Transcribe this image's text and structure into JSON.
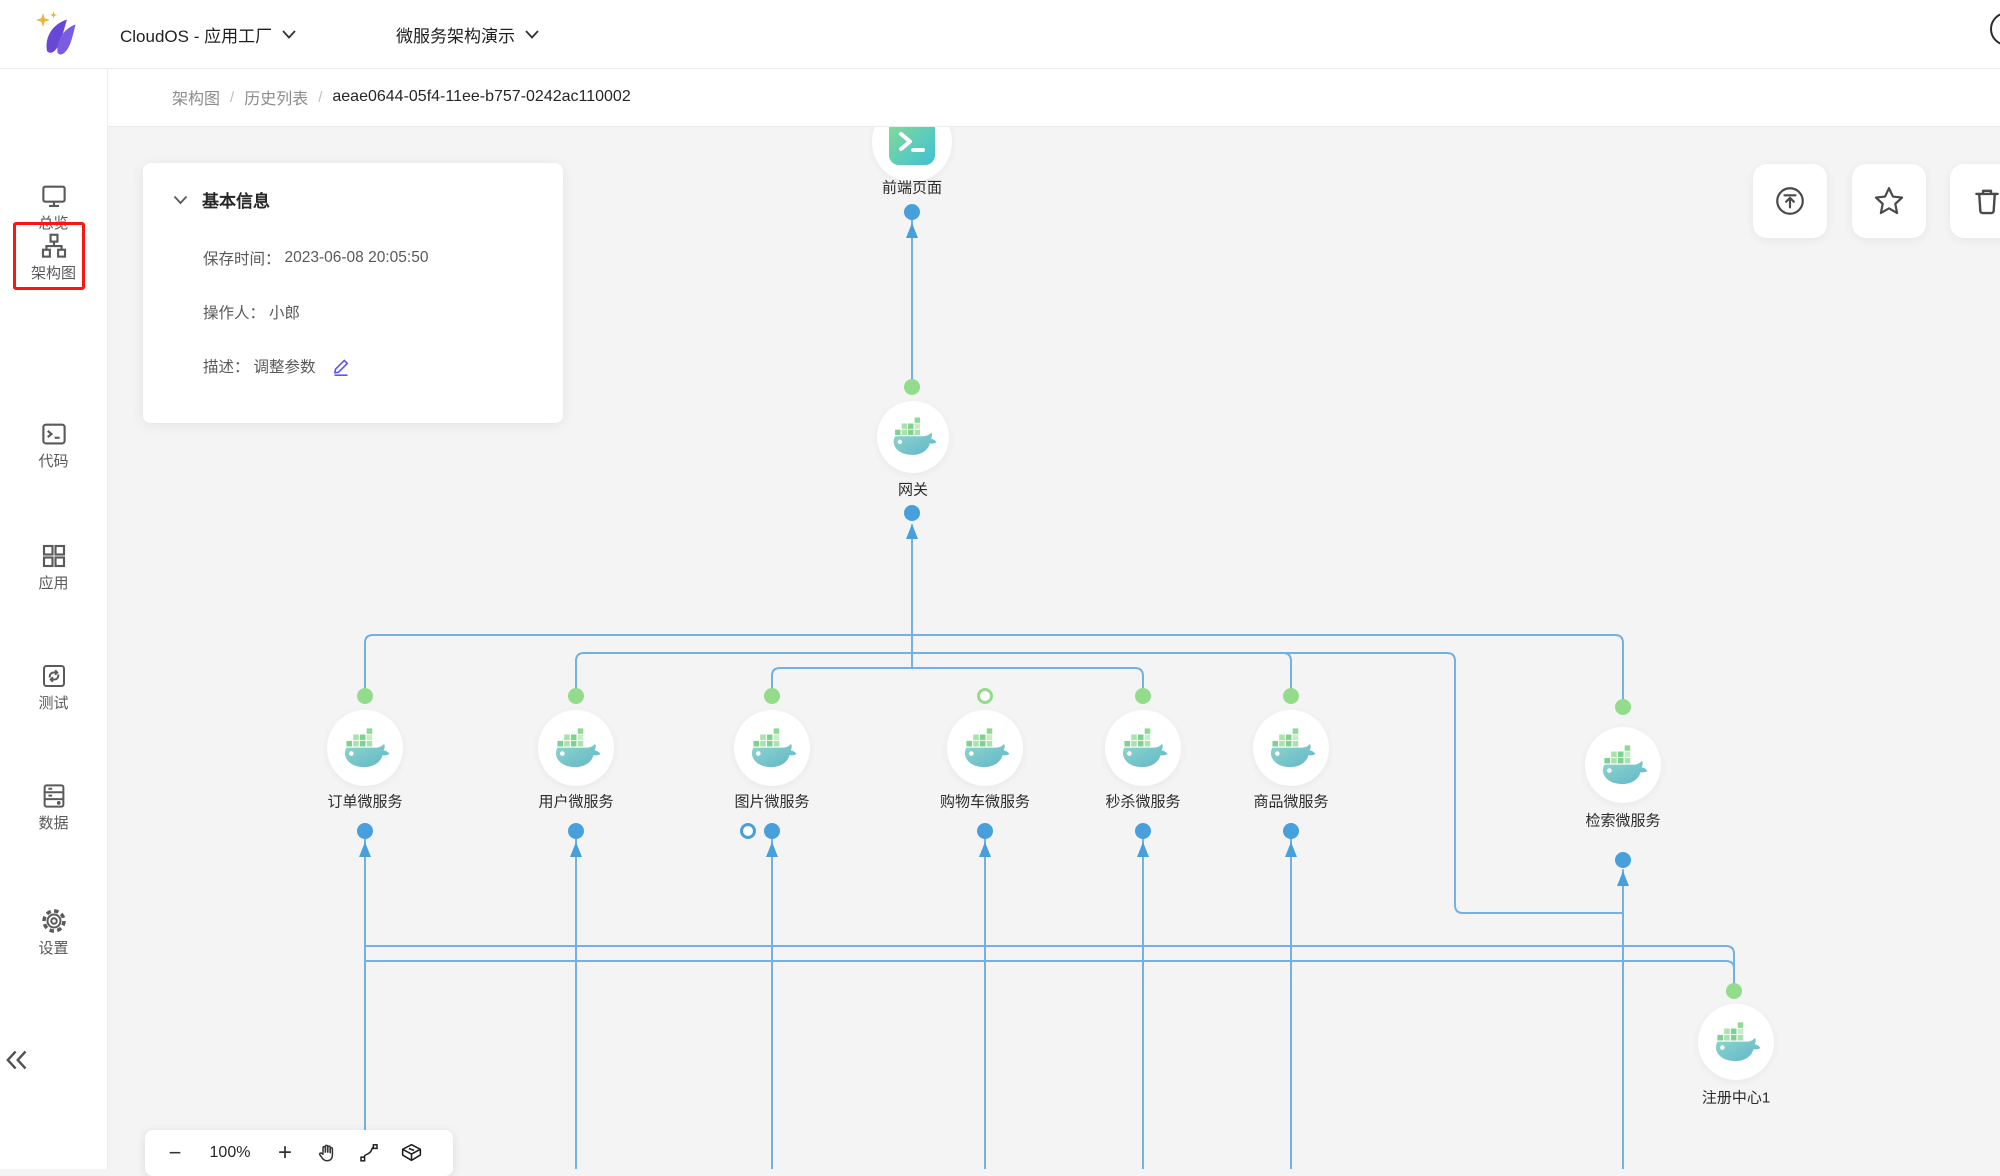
{
  "header": {
    "app_switcher": "CloudOS - 应用工厂",
    "project_switcher": "微服务架构演示",
    "logo": "cloudos-logo"
  },
  "breadcrumb": {
    "separator": "/",
    "items": [
      "架构图",
      "历史列表",
      "aeae0644-05f4-11ee-b757-0242ac110002"
    ]
  },
  "sidebar": {
    "items": [
      {
        "label": "总览",
        "icon": "monitor-icon",
        "active": false
      },
      {
        "label": "架构图",
        "icon": "architecture-icon",
        "active": true
      },
      {
        "label": "代码",
        "icon": "terminal-icon",
        "active": false
      },
      {
        "label": "应用",
        "icon": "apps-grid-icon",
        "active": false
      },
      {
        "label": "测试",
        "icon": "test-cycle-icon",
        "active": false
      },
      {
        "label": "数据",
        "icon": "database-icon",
        "active": false
      },
      {
        "label": "设置",
        "icon": "settings-gear-icon",
        "active": false
      }
    ],
    "collapse_icon": "double-chevron-left-icon"
  },
  "info_panel": {
    "title": "基本信息",
    "rows": [
      {
        "label": "保存时间：",
        "value": "2023-06-08 20:05:50"
      },
      {
        "label": "操作人：",
        "value": "小郎"
      },
      {
        "label": "描述：",
        "value": "调整参数",
        "editable": true
      }
    ]
  },
  "actions": {
    "icons": [
      "upload-circle-icon",
      "star-icon",
      "trash-icon"
    ]
  },
  "diagram": {
    "nodes": [
      {
        "label": "前端页面",
        "icon": "terminal-app-icon"
      },
      {
        "label": "网关",
        "icon": "docker-icon"
      },
      {
        "label": "订单微服务",
        "icon": "docker-icon"
      },
      {
        "label": "用户微服务",
        "icon": "docker-icon"
      },
      {
        "label": "图片微服务",
        "icon": "docker-icon"
      },
      {
        "label": "购物车微服务",
        "icon": "docker-icon"
      },
      {
        "label": "秒杀微服务",
        "icon": "docker-icon"
      },
      {
        "label": "商品微服务",
        "icon": "docker-icon"
      },
      {
        "label": "检索微服务",
        "icon": "docker-icon"
      },
      {
        "label": "注册中心1",
        "icon": "docker-icon"
      }
    ]
  },
  "zoom_toolbar": {
    "zoom_out": "−",
    "zoom_level": "100%",
    "zoom_in": "+",
    "icons": [
      "hand-icon",
      "connector-icon",
      "cube-icon"
    ]
  },
  "colors": {
    "edge_blue": "#72b1e2",
    "port_out_blue": "#47a0dc",
    "port_in_green": "#92dc8b",
    "active_highlight_red": "#fb1616",
    "edit_icon_purple": "#5b55ef",
    "docker_teal": "#6fc2c4",
    "docker_green": "#84d39b"
  }
}
